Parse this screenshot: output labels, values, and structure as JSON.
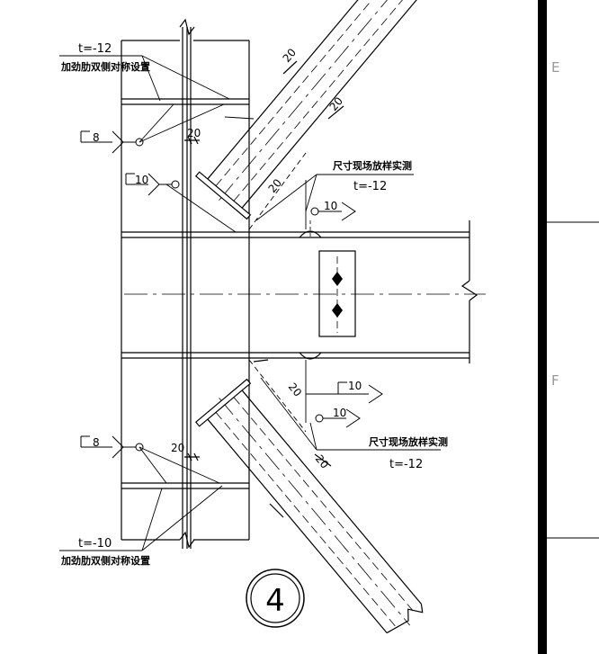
{
  "annotations": {
    "top_plate_thickness": "t=-12",
    "top_stiffener_note": "加劲肋双侧对称设置",
    "bottom_plate_thickness": "t=-10",
    "bottom_stiffener_note": "加劲肋双侧对称设置",
    "upper_field_note": "尺寸现场放样实测",
    "upper_field_thickness": "t=-12",
    "lower_field_note": "尺寸现场放样实测",
    "lower_field_thickness": "t=-12",
    "weld_left_top": "8",
    "weld_left_bottom": "8",
    "weld_mid_upper": "10",
    "weld_right_upper": "10",
    "weld_right_lower_a": "10",
    "weld_right_lower_b": "10",
    "dim_20_a": "20",
    "dim_20_b": "20",
    "dim_20_c": "20",
    "dim_20_d": "20",
    "dim_20_e": "20",
    "dim_20_f": "20",
    "dim_20_g": "20",
    "detail_number": "4"
  },
  "frame_labels": {
    "grid_e": "E",
    "grid_f": "F"
  }
}
